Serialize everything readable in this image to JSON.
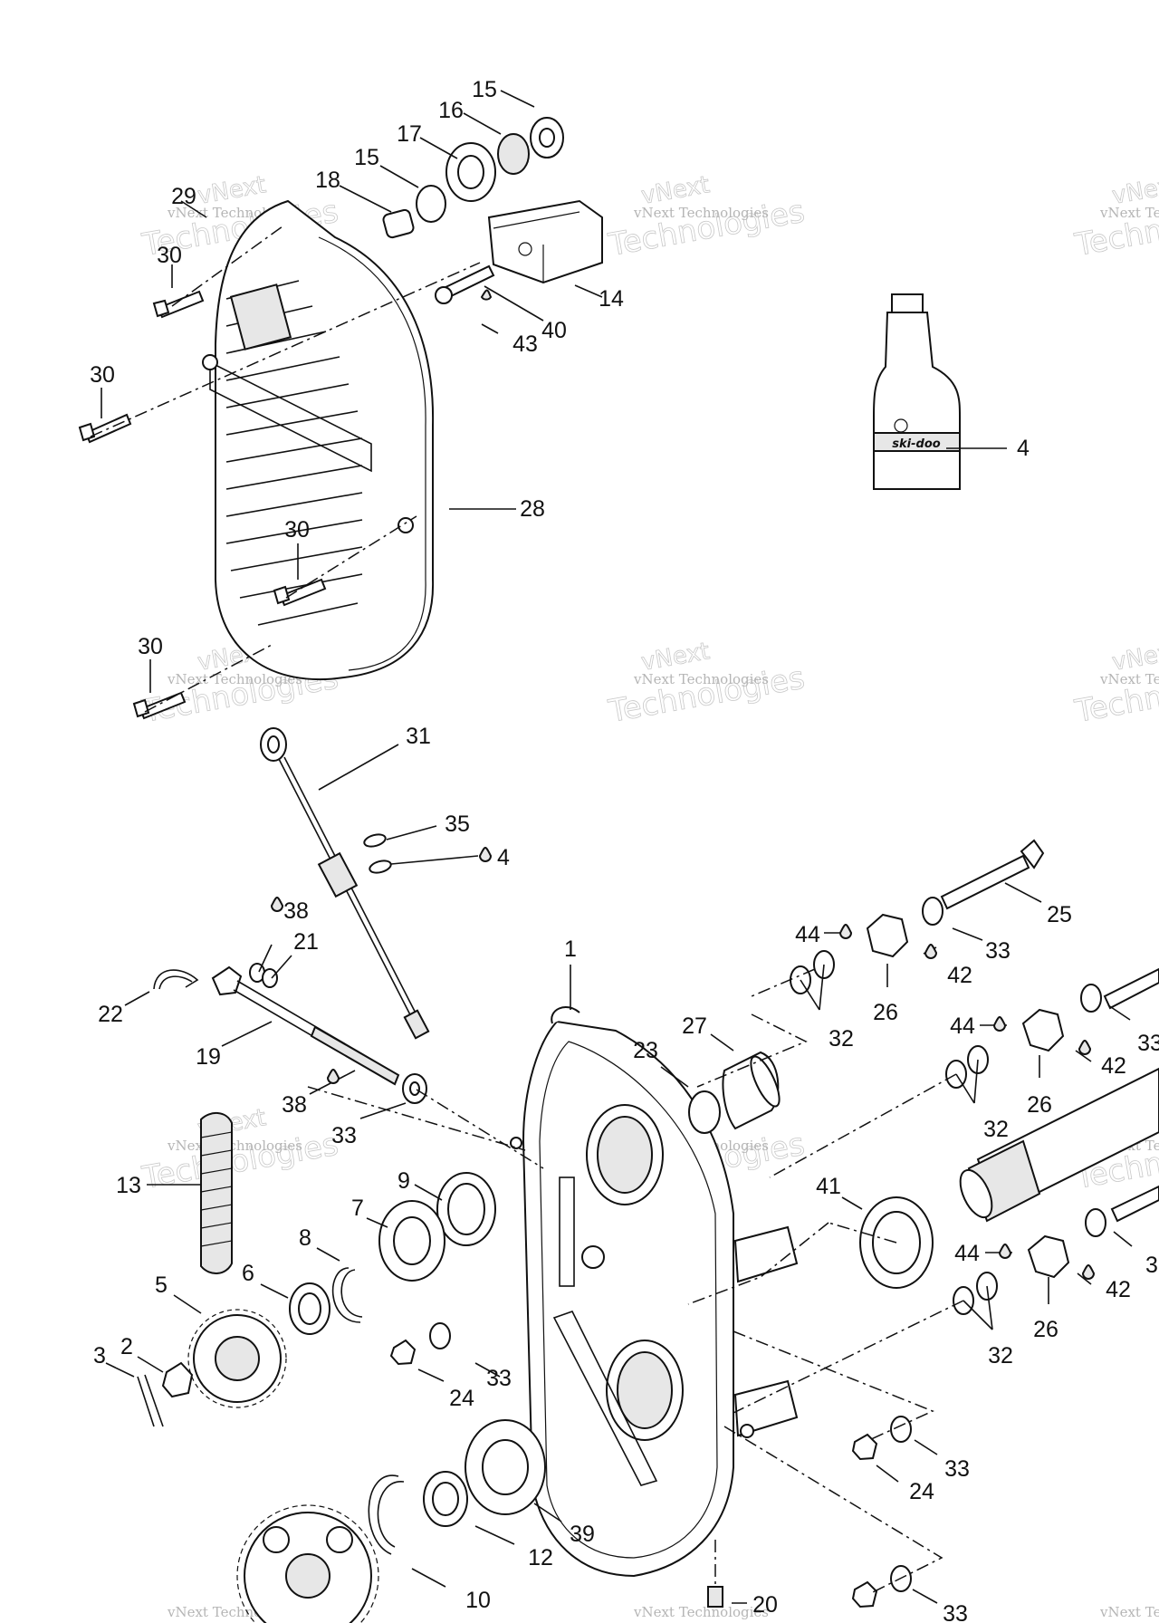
{
  "watermark": {
    "line1": "vNext",
    "line2": "Technologies",
    "small": "vNext Technologies"
  },
  "bottle_brand": "ski-doo",
  "callouts": {
    "c15a": "15",
    "c16": "16",
    "c17": "17",
    "c15b": "15",
    "c18": "18",
    "c29": "29",
    "c30a": "30",
    "c14": "14",
    "c40": "40",
    "c43": "43",
    "c30b": "30",
    "c4a": "4",
    "c28": "28",
    "c30c": "30",
    "c30d": "30",
    "c31": "31",
    "c35": "35",
    "c4b": "4",
    "c38a": "38",
    "c21": "21",
    "c22": "22",
    "c19": "19",
    "c38b": "38",
    "c33a": "33",
    "c1": "1",
    "c25": "25",
    "c33b": "33",
    "c44a": "44",
    "c42a": "42",
    "c26a": "26",
    "c32a": "32",
    "c27": "27",
    "c23": "23",
    "c44b": "44",
    "c42b": "42",
    "c26b": "26",
    "c33c": "33",
    "c32b": "32",
    "c13": "13",
    "c9": "9",
    "c7": "7",
    "c41": "41",
    "c8": "8",
    "c6": "6",
    "c5": "5",
    "c2": "2",
    "c3": "3",
    "c24a": "24",
    "c33d": "33",
    "c44c": "44",
    "c42c": "42",
    "c26c": "26",
    "c3b": "3",
    "c32c": "32",
    "c33e": "33",
    "c24b": "24",
    "c39": "39",
    "c12": "12",
    "c10": "10",
    "c20": "20",
    "c33f": "33"
  }
}
